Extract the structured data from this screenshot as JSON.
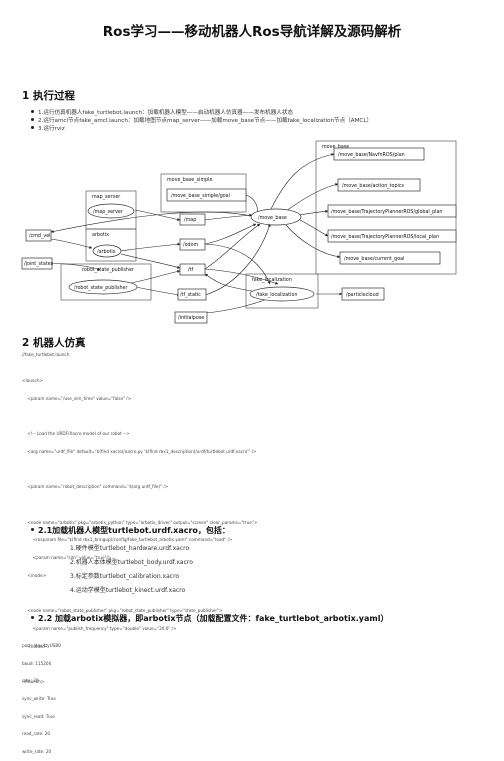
{
  "title": "Ros学习——移动机器人Ros导航详解及源码解析",
  "section1": {
    "heading": "1 执行过程",
    "steps": [
      "1.运行仿真机器人fake_turtlebot.launch：加载机器人模型——启动机器人仿真器——发布机器人状态",
      "2.运行amcl节点fake_amcl.launch：加载地图节点map_server——加载move_base节点——加载fake_localization节点（AMCL）",
      "3.运行rviz"
    ]
  },
  "diagram": {
    "clusters": {
      "move_base": "move_base",
      "move_base_simple": "move_base_simple",
      "map_server": "map_server",
      "arbotix": "arbotix",
      "robot_state_publisher": "robot_state_publisher",
      "fake_localization": "fake_localization"
    },
    "nodes": {
      "navfn": "/move_base/NavfnROS/plan",
      "action_topics": "/move_base/action_topics",
      "global_plan": "/move_base/TrajectoryPlannerROS/global_plan",
      "local_plan": "/move_base/TrajectoryPlannerROS/local_plan",
      "current_goal": "/move_base/current_goal",
      "simple_goal": "/move_base_simple/goal",
      "map_server": "/map_server",
      "map": "/map",
      "move_base": "/move_base",
      "cmd_vel": "/cmd_vel",
      "arbotix": "/arbotix",
      "odom": "/odom",
      "joint_states": "/joint_states",
      "tf": "/tf",
      "robot_state_publisher": "/robot_state_publisher",
      "tf_static": "/tf_static",
      "fake_localization": "/fake_localization",
      "particlecloud": "/particlecloud",
      "initialpose": "/initialpose"
    }
  },
  "section2": {
    "heading": "2 机器人仿真",
    "filename": "//fake_turtlebot.launch",
    "code": [
      "<launch>",
      "    <param name=\"/use_sim_time\" value=\"false\" />",
      "",
      "    <!-- Load the URDF/Xacro model of our robot -->",
      "    <arg name=\"urdf_file\" default=\"$(find xacro)/xacro.py '$(find rbx1_description)/urdf/turtlebot.urdf.xacro'\" />",
      "",
      "    <param name=\"robot_description\" command=\"$(arg urdf_file)\" />",
      "",
      "    <node name=\"arbotix\" pkg=\"arbotix_python\" type=\"arbotix_driver\" output=\"screen\" clear_params=\"true\">",
      "        <rosparam file=\"$(find rbx1_bringup)/config/fake_turtlebot_arbotix.yaml\" command=\"load\" />",
      "        <param name=\"sim\" value=\"true\"/>",
      "    </node>",
      "",
      "    <node name=\"robot_state_publisher\" pkg=\"robot_state_publisher\" type=\"state_publisher\">",
      "        <param name=\"publish_frequency\" type=\"double\" value=\"20.0\" />",
      "    </node>",
      "",
      "</launch>"
    ],
    "item1": {
      "label": "2.1加载机器人模型turtlebot.urdf.xacro，包括：",
      "subs": [
        "1.硬件模型turtlebot_hardware.urdf.xacro",
        "2.机器人本体模型turtlebot_body.urdf.xacro",
        "3.标定参数turtlebot_calibration.xacro",
        "4.运动学模型turtlebot_kinect.urdf.xacro"
      ]
    },
    "item2": {
      "label": "2.2 加载arbotix模拟器，即arbotix节点（加载配置文件：fake_turtlebot_arbotix.yaml）"
    },
    "yaml": [
      "port: /dev/ttyUSB0",
      "baud: 115200",
      "rate: 20",
      "sync_write: True",
      "sync_read: True",
      "read_rate: 20",
      "write_rate: 20"
    ]
  }
}
